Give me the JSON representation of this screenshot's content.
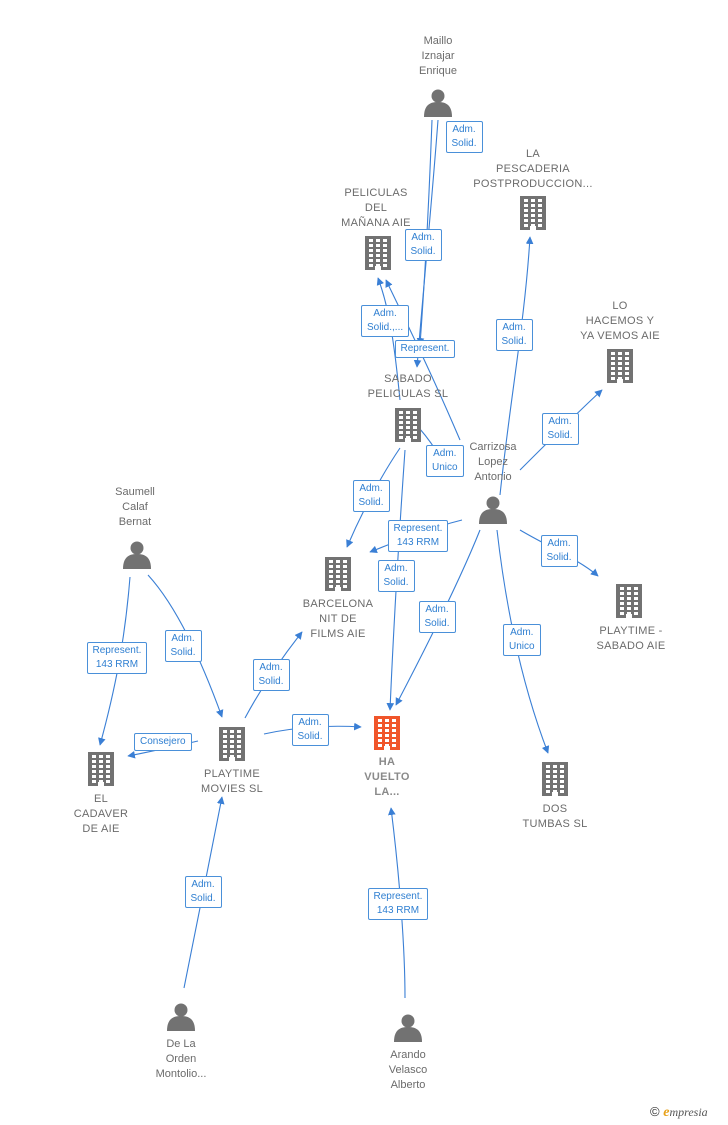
{
  "colors": {
    "edge": "#3a7fd5",
    "icon": "#727272",
    "main_icon": "#f0552a"
  },
  "nodes": [
    {
      "id": "maillo",
      "kind": "person",
      "label": "Maillo\nIznajar\nEnrique"
    },
    {
      "id": "pescaderia",
      "kind": "company",
      "label": "LA\nPESCADERIA\nPOSTPRODUCCION..."
    },
    {
      "id": "peliculas_manana",
      "kind": "company",
      "label": "PELICULAS\nDEL\nMAÑANA AIE"
    },
    {
      "id": "lo_hacemos",
      "kind": "company",
      "label": "LO\nHACEMOS Y\nYA VEMOS AIE"
    },
    {
      "id": "sabado",
      "kind": "company",
      "label": "SABADO\nPELICULAS SL"
    },
    {
      "id": "carrizosa",
      "kind": "person",
      "label": "Carrizosa\nLopez\nAntonio"
    },
    {
      "id": "saumell",
      "kind": "person",
      "label": "Saumell\nCalaf\nBernat"
    },
    {
      "id": "barcelona",
      "kind": "company",
      "label": "BARCELONA\nNIT DE\nFILMS AIE"
    },
    {
      "id": "playtime_sabado",
      "kind": "company",
      "label": "PLAYTIME -\nSABADO  AIE"
    },
    {
      "id": "playtime_movies",
      "kind": "company",
      "label": "PLAYTIME\nMOVIES SL"
    },
    {
      "id": "ha_vuelto",
      "kind": "main",
      "label": "HA\nVUELTO\nLA..."
    },
    {
      "id": "el_cadaver",
      "kind": "company",
      "label": "EL\nCADAVER\nDE  AIE"
    },
    {
      "id": "dos_tumbas",
      "kind": "company",
      "label": "DOS\nTUMBAS  SL"
    },
    {
      "id": "de_la_orden",
      "kind": "person",
      "label": "De La\nOrden\nMontolio..."
    },
    {
      "id": "arando",
      "kind": "person",
      "label": "Arando\nVelasco\nAlberto"
    }
  ],
  "edges": [
    {
      "id": "e1",
      "label": "Adm.\nSolid."
    },
    {
      "id": "e2",
      "label": "Adm.\nSolid."
    },
    {
      "id": "e3",
      "label": "Adm.\nSolid.,..."
    },
    {
      "id": "e4",
      "label": "Represent."
    },
    {
      "id": "e5",
      "label": "Adm.\nSolid."
    },
    {
      "id": "e6",
      "label": "Adm.\nSolid."
    },
    {
      "id": "e7",
      "label": "Adm.\nUnico"
    },
    {
      "id": "e8",
      "label": "Adm.\nSolid."
    },
    {
      "id": "e9",
      "label": "Represent.\n143 RRM"
    },
    {
      "id": "e10",
      "label": "Adm.\nSolid."
    },
    {
      "id": "e11",
      "label": "Adm.\nSolid."
    },
    {
      "id": "e12",
      "label": "Adm.\nSolid."
    },
    {
      "id": "e13",
      "label": "Adm.\nUnico"
    },
    {
      "id": "e14",
      "label": "Represent.\n143 RRM"
    },
    {
      "id": "e15",
      "label": "Adm.\nSolid."
    },
    {
      "id": "e16",
      "label": "Adm.\nSolid."
    },
    {
      "id": "e17",
      "label": "Consejero"
    },
    {
      "id": "e18",
      "label": "Adm.\nSolid."
    },
    {
      "id": "e19",
      "label": "Adm.\nSolid."
    },
    {
      "id": "e20",
      "label": "Represent.\n143 RRM"
    }
  ],
  "footer": {
    "copyright": "©",
    "brand_initial": "e",
    "brand_rest": "mpresia"
  }
}
